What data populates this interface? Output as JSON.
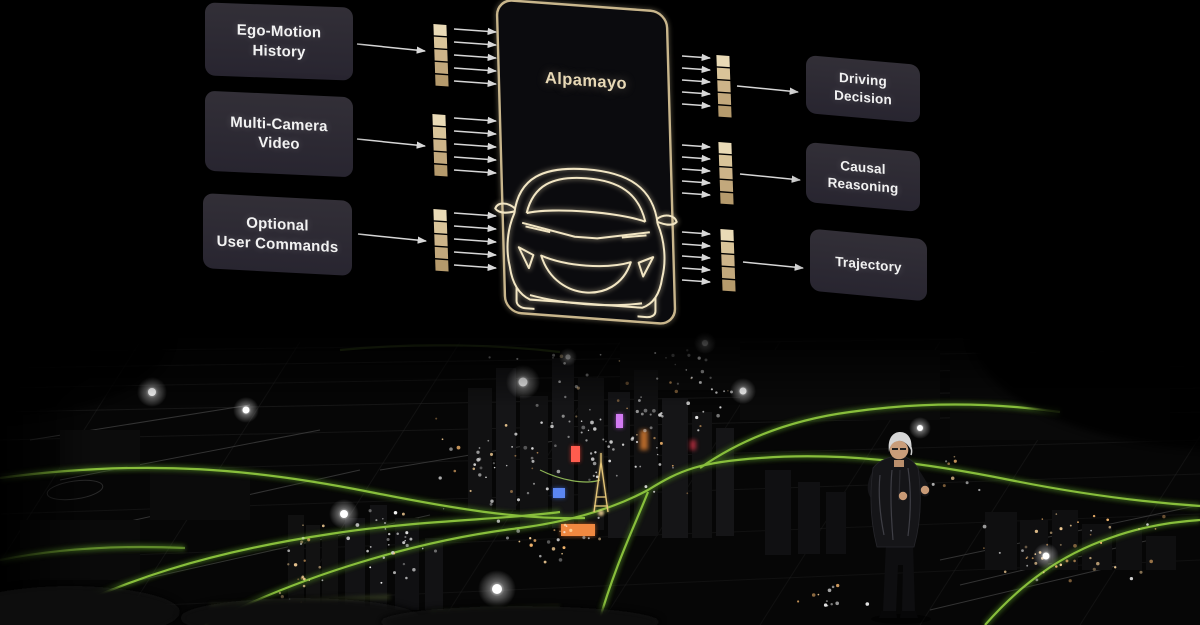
{
  "diagram": {
    "model_label": "Alpamayo",
    "inputs": [
      {
        "line1": "Ego-Motion",
        "line2": "History"
      },
      {
        "line1": "Multi-Camera",
        "line2": "Video"
      },
      {
        "line1": "Optional",
        "line2": "User Commands"
      }
    ],
    "outputs": [
      {
        "line1": "Driving",
        "line2": "Decision"
      },
      {
        "line1": "Causal",
        "line2": "Reasoning"
      },
      {
        "line1": "Trajectory",
        "line2": ""
      }
    ],
    "tokens_per_column": 5,
    "arrows_per_fan": 5
  },
  "colors": {
    "background": "#000000",
    "box_background": "#2d2a31",
    "box_text": "#f2f2f2",
    "accent_gold": "#d9c79e",
    "token_gold": "#cdb489",
    "arrow_gray": "#d6d6d6",
    "road_green": "#8ec63f"
  },
  "icons": {
    "arrow_right": "→",
    "car_front": "car-front-outline"
  }
}
